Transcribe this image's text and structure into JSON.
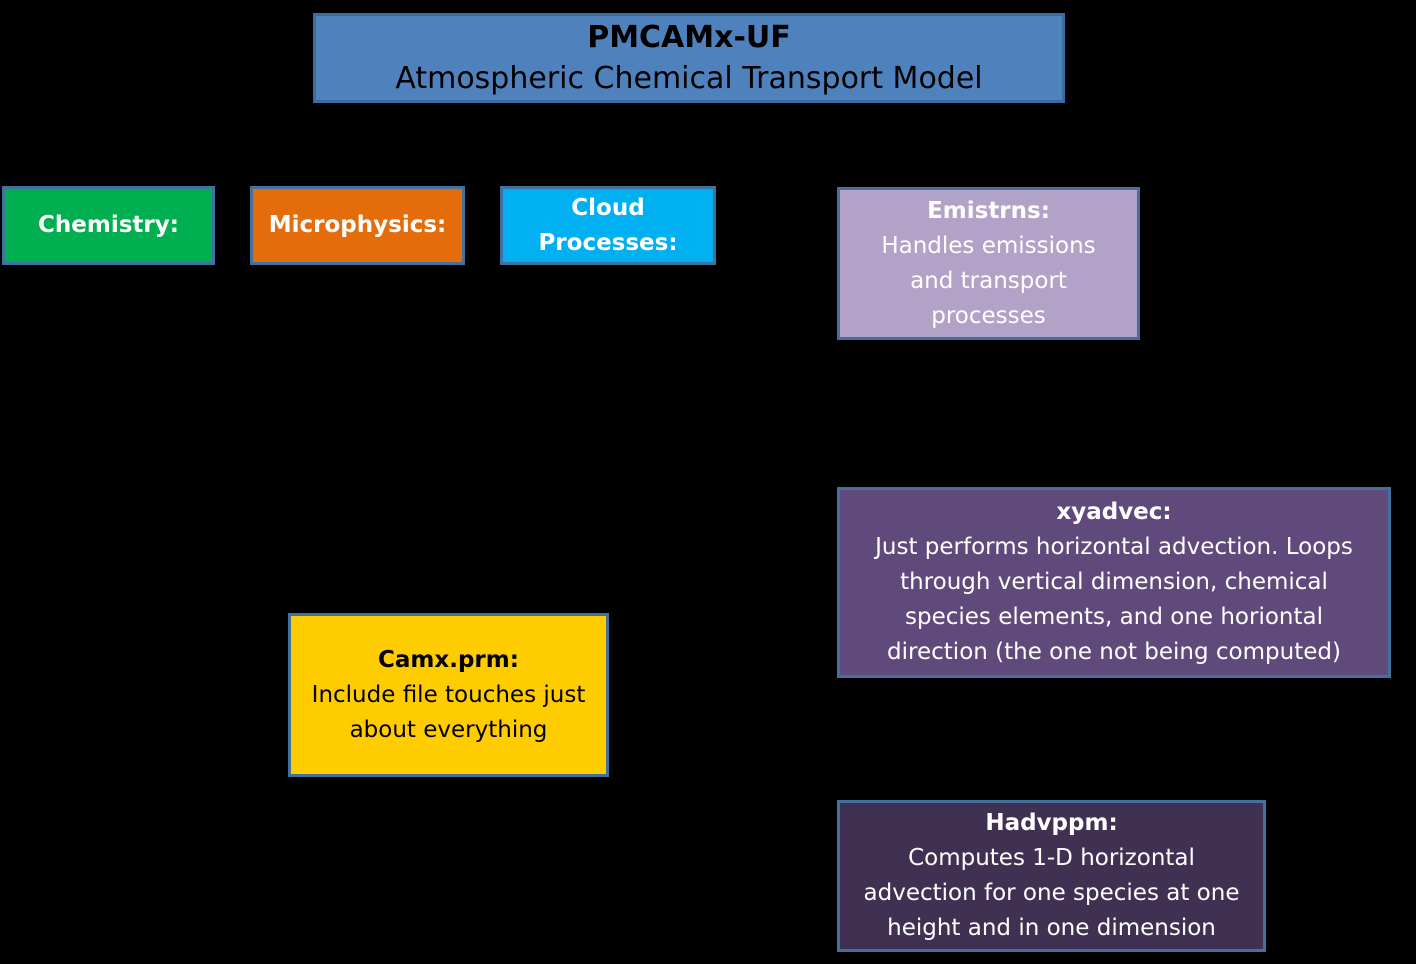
{
  "diagram": {
    "root": {
      "title": "PMCAMx-UF",
      "subtitle": "Atmospheric Chemical Transport Model"
    },
    "chemistry": {
      "title": "Chemistry:"
    },
    "microphysics": {
      "title": "Microphysics:"
    },
    "cloud": {
      "title_line1": "Cloud",
      "title_line2": "Processes:"
    },
    "emistrns": {
      "title": "Emistrns:",
      "lines": [
        "Handles emissions",
        "and transport",
        "processes"
      ]
    },
    "xyadvec": {
      "title": "xyadvec:",
      "lines": [
        "Just performs horizontal advection. Loops",
        "through vertical dimension, chemical",
        "species elements, and one horiontal",
        "direction (the one not being computed)"
      ]
    },
    "camx": {
      "title": "Camx.prm:",
      "lines": [
        "Include file touches just",
        "about everything"
      ]
    },
    "hadvppm": {
      "title": "Hadvppm:",
      "lines": [
        "Computes 1-D horizontal",
        "advection for one species at one",
        "height and in one dimension"
      ]
    },
    "colors": {
      "root": "#4f81bd",
      "chemistry": "#00b050",
      "microphysics": "#e46c0a",
      "cloud": "#00b0f0",
      "emistrns": "#b3a2c7",
      "xyadvec": "#604a7b",
      "camx": "#ffcc00",
      "hadvppm": "#403152",
      "background": "#000000"
    }
  }
}
